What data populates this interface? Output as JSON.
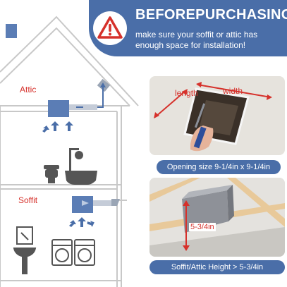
{
  "header": {
    "title": "BEFOREPURCHASING",
    "subtitle": "make sure your soffit or attic has enough space for installation!",
    "icon": "warning-triangle-icon",
    "banner_color": "#4a6ea8",
    "warning_color": "#d6312b"
  },
  "house": {
    "attic_label": "Attic",
    "soffit_label": "Soffit",
    "label_color": "#d6312b",
    "fan_color": "#5b7db5",
    "arrow_color": "#4a6ea8"
  },
  "opening_photo": {
    "length_label": "length",
    "width_label": "width",
    "caption": "Opening size 9-1/4in x 9-1/4in"
  },
  "height_photo": {
    "height_label": "5-3/4in",
    "caption": "Soffit/Attic Height > 5-3/4in"
  }
}
